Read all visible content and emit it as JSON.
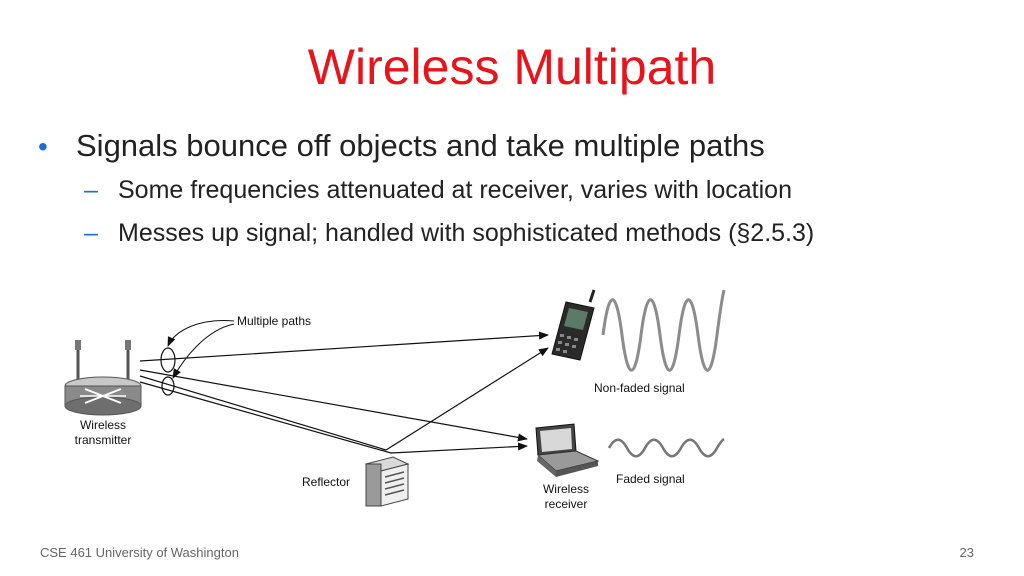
{
  "slide": {
    "title": "Wireless Multipath",
    "bullet": "Signals bounce off objects and take multiple paths",
    "sub_bullets": [
      "Some frequencies attenuated at receiver, varies with location",
      "Messes up signal; handled with sophisticated methods (§2.5.3)"
    ],
    "footer_left": "CSE 461 University of Washington",
    "page_number": "23"
  },
  "diagram": {
    "label_multiple_paths": "Multiple paths",
    "label_transmitter_line1": "Wireless",
    "label_transmitter_line2": "transmitter",
    "label_reflector": "Reflector",
    "label_receiver_line1": "Wireless",
    "label_receiver_line2": "receiver",
    "label_non_faded": "Non-faded signal",
    "label_faded": "Faded signal"
  },
  "colors": {
    "title": "#e8141b",
    "bullet_marker": "#1f6fd1"
  }
}
